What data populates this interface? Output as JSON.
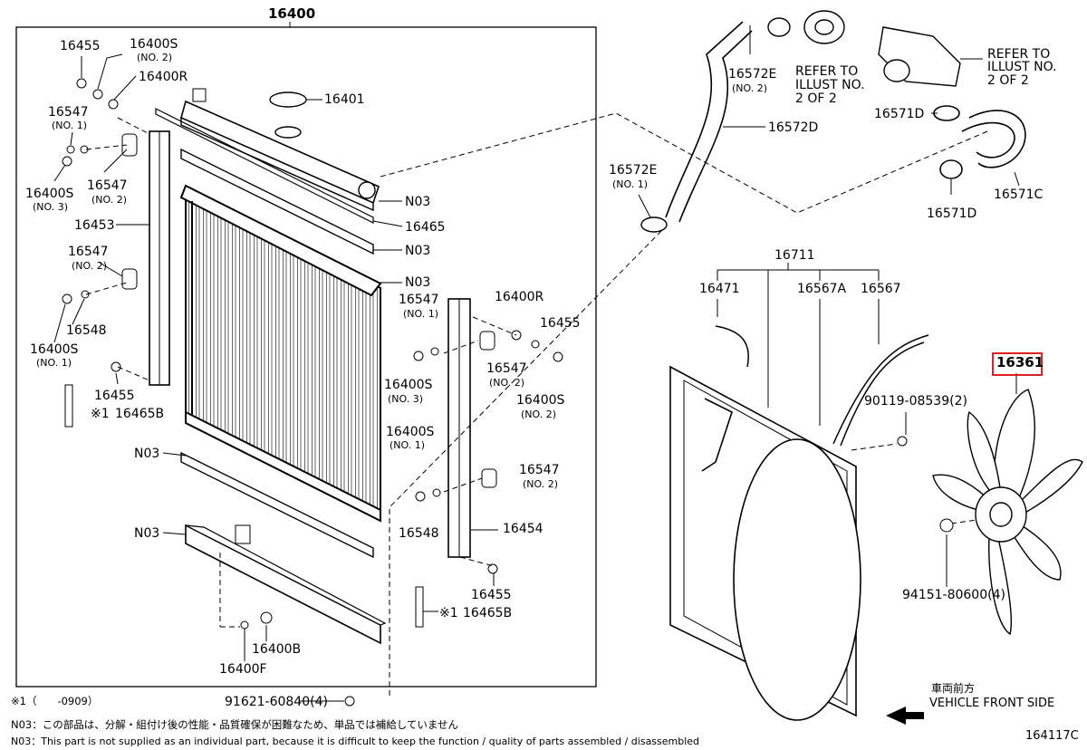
{
  "diagram": {
    "figure_code": "164117C",
    "main_assembly": "16400",
    "highlighted_part": "16361",
    "labels": {
      "l16400": "16400",
      "l16455a": "16455",
      "l16400s_no2_a": "16400S",
      "no2_a": "(NO. 2)",
      "l16400r_a": "16400R",
      "l16401": "16401",
      "l16547_no1_a": "16547",
      "no1_a": "(NO. 1)",
      "l16547_no2_a": "16547",
      "no2_b": "(NO. 2)",
      "l16400s_no3_a": "16400S",
      "no3_a": "(NO. 3)",
      "l16453": "16453",
      "l16547_no2_b": "16547",
      "no2_c": "(NO. 2)",
      "l16548_a": "16548",
      "l16400s_no1_a": "16400S",
      "no1_b": "(NO. 1)",
      "l16455_b": "16455",
      "l16465b_a": "16465B",
      "mark_a": "※1",
      "n03_a": "N03",
      "l16465": "16465",
      "n03_b": "N03",
      "n03_c": "N03",
      "l16547_no1_b": "16547",
      "no1_c": "(NO. 1)",
      "l16400r_b": "16400R",
      "l16455_c": "16455",
      "l16400s_no3_b": "16400S",
      "no3_b": "(NO. 3)",
      "l16547_no2_c": "16547",
      "no2_d": "(NO. 2)",
      "l16400s_no2_b": "16400S",
      "no2_e": "(NO. 2)",
      "l16400s_no1_b": "16400S",
      "no1_d": "(NO. 1)",
      "l16547_no2_d": "16547",
      "no2_f": "(NO. 2)",
      "n03_d": "N03",
      "n03_e": "N03",
      "l16548_b": "16548",
      "l16454": "16454",
      "l16455_d": "16455",
      "l16465b_b": "16465B",
      "mark_b": "※1",
      "l16400b": "16400B",
      "l16400f": "16400F",
      "bolt_91621": "91621-60840(4)",
      "l16572e_no2": "16572E",
      "no2_g": "(NO. 2)",
      "refer1_a": "REFER TO",
      "refer1_b": "ILLUST NO.",
      "refer1_c": "2 OF 2",
      "refer2_a": "REFER TO",
      "refer2_b": "ILLUST NO.",
      "refer2_c": "2 OF 2",
      "l16571d_a": "16571D",
      "l16572d": "16572D",
      "l16572e_no1": "16572E",
      "no1_e": "(NO. 1)",
      "l16571d_b": "16571D",
      "l16571c": "16571C",
      "l16711": "16711",
      "l16471": "16471",
      "l16567a": "16567A",
      "l16567": "16567",
      "l16361": "16361",
      "bolt_90119": "90119-08539(2)",
      "nut_94151": "94151-80600(4)",
      "vehicle_front_jp": "車両前方",
      "vehicle_front_en": "VEHICLE FRONT SIDE"
    },
    "notes": {
      "mark1": "※1（　　-0909）",
      "n03_jp": "N03：この部品は、分解・組付け後の性能・品質確保が困難なため、単品では補給していません",
      "n03_en": "N03：This part is not supplied as an individual part, because it is difficult to keep the function / quality of parts assembled / disassembled"
    }
  }
}
